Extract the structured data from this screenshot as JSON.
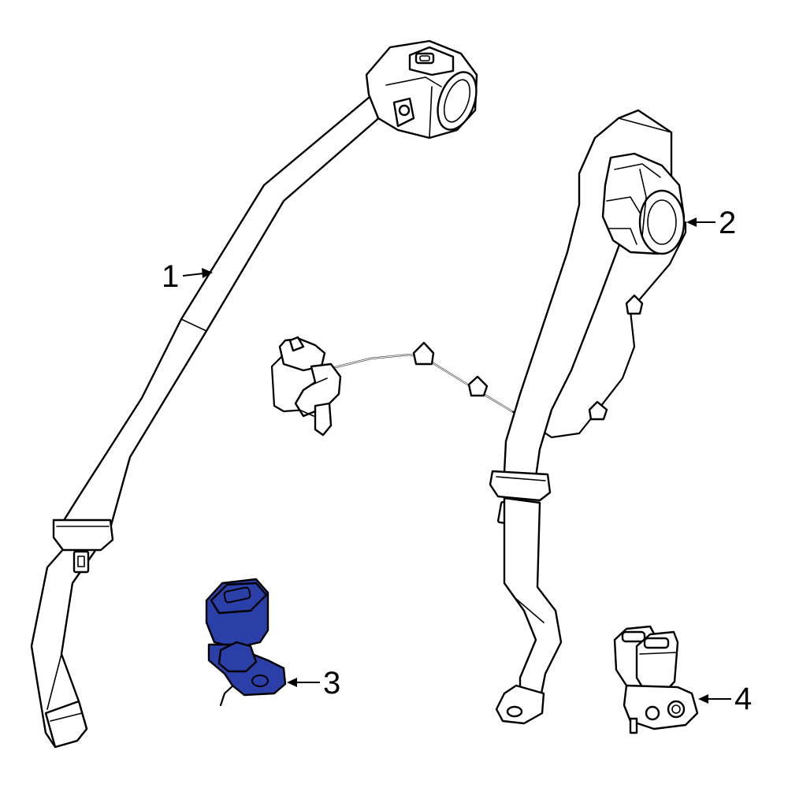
{
  "callouts": [
    {
      "id": "1",
      "label": "1"
    },
    {
      "id": "2",
      "label": "2"
    },
    {
      "id": "3",
      "label": "3"
    },
    {
      "id": "4",
      "label": "4"
    }
  ],
  "highlight_color": "#2a3fa8",
  "highlighted_part": "3"
}
